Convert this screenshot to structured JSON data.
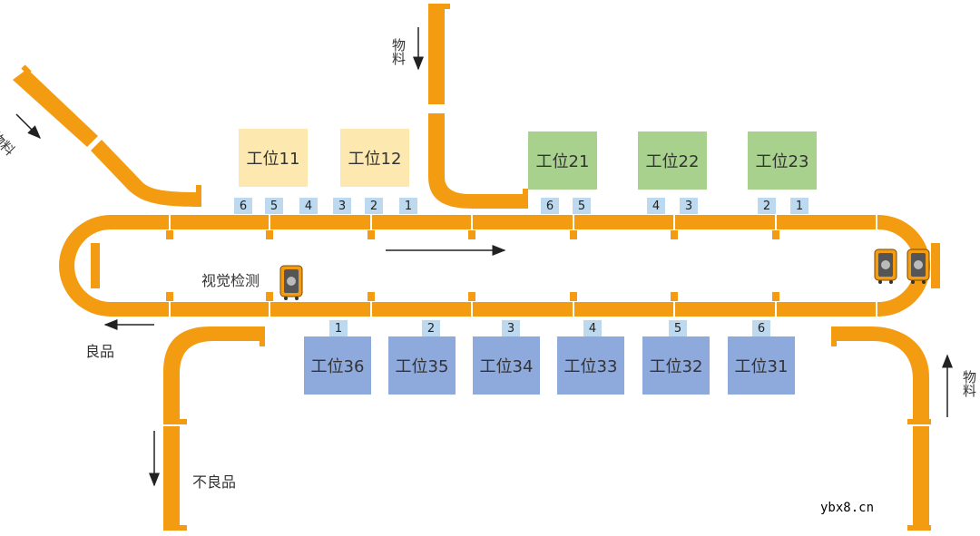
{
  "stations_top": [
    {
      "label": "工位11",
      "color": "#fde8b0"
    },
    {
      "label": "工位12",
      "color": "#fde8b0"
    },
    {
      "label": "工位21",
      "color": "#a9d18e"
    },
    {
      "label": "工位22",
      "color": "#a9d18e"
    },
    {
      "label": "工位23",
      "color": "#a9d18e"
    }
  ],
  "stations_bottom": [
    {
      "label": "工位36"
    },
    {
      "label": "工位35"
    },
    {
      "label": "工位34"
    },
    {
      "label": "工位33"
    },
    {
      "label": "工位32"
    },
    {
      "label": "工位31"
    }
  ],
  "tags_top": [
    "6",
    "5",
    "4",
    "3",
    "2",
    "1",
    "6",
    "5",
    "4",
    "3",
    "2",
    "1"
  ],
  "tags_bottom": [
    "1",
    "2",
    "3",
    "4",
    "5",
    "6"
  ],
  "labels": {
    "material": "物料",
    "good": "良品",
    "defective": "不良品",
    "vision": "视觉检测"
  },
  "watermark": "ybx8.cn",
  "colors": {
    "conveyor": "#f39c12",
    "station_yellow": "#fde8b0",
    "station_green": "#a9d18e",
    "station_blue": "#8ea9db",
    "tag": "#bcd9ef"
  }
}
